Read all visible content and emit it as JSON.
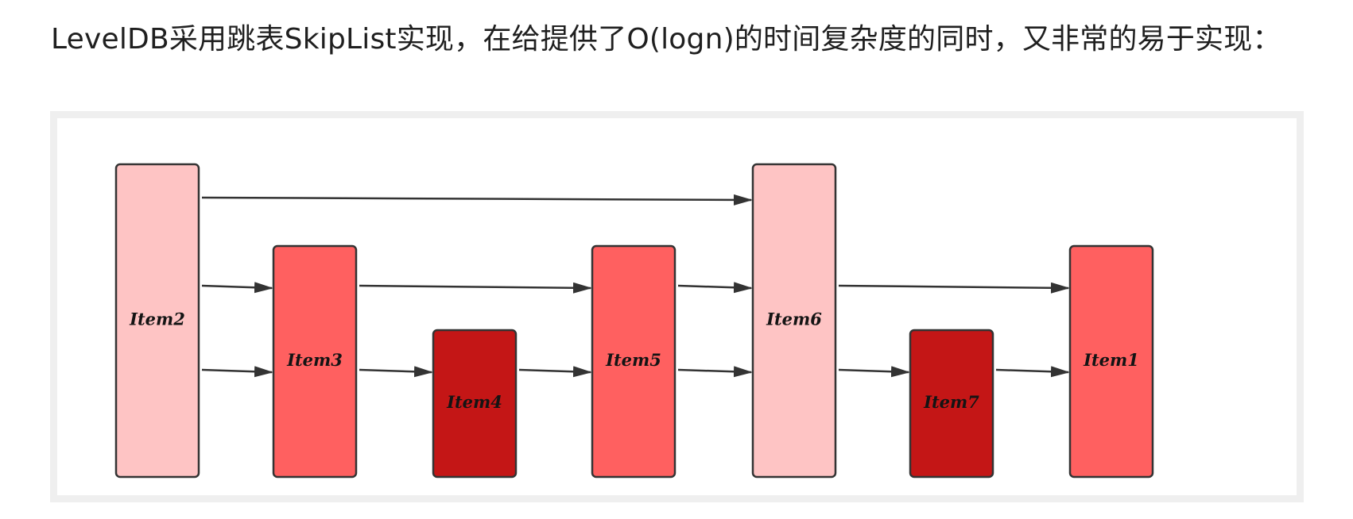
{
  "intro_text": "LevelDB采用跳表SkipList实现，在给提供了O(logn)的时间复杂度的同时，又非常的易于实现：",
  "colors": {
    "level_tall": "#fec4c4",
    "level_mid": "#ff6060",
    "level_low": "#c41616",
    "border": "#333333",
    "arrow": "#333333",
    "frame": "#efefef"
  },
  "diagram": {
    "nodes": [
      {
        "id": "item2",
        "label": "Item2",
        "levels": 3
      },
      {
        "id": "item3",
        "label": "Item3",
        "levels": 2
      },
      {
        "id": "item4",
        "label": "Item4",
        "levels": 1
      },
      {
        "id": "item5",
        "label": "Item5",
        "levels": 2
      },
      {
        "id": "item6",
        "label": "Item6",
        "levels": 3
      },
      {
        "id": "item7",
        "label": "Item7",
        "levels": 1
      },
      {
        "id": "item1",
        "label": "Item1",
        "levels": 2
      }
    ],
    "edges": [
      {
        "from": "item2",
        "to": "item6",
        "level": 3
      },
      {
        "from": "item2",
        "to": "item3",
        "level": 2
      },
      {
        "from": "item3",
        "to": "item5",
        "level": 2
      },
      {
        "from": "item5",
        "to": "item6",
        "level": 2
      },
      {
        "from": "item6",
        "to": "item1",
        "level": 2
      },
      {
        "from": "item2",
        "to": "item3",
        "level": 1
      },
      {
        "from": "item3",
        "to": "item4",
        "level": 1
      },
      {
        "from": "item4",
        "to": "item5",
        "level": 1
      },
      {
        "from": "item5",
        "to": "item6",
        "level": 1
      },
      {
        "from": "item6",
        "to": "item7",
        "level": 1
      },
      {
        "from": "item7",
        "to": "item1",
        "level": 1
      }
    ]
  }
}
